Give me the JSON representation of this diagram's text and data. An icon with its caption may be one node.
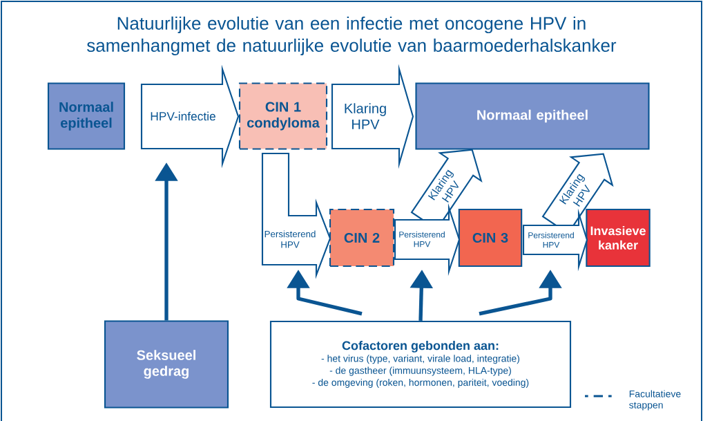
{
  "diagram": {
    "title": "Natuurlijke evolutie van een infectie met oncogene HPV in samenhangmet de natuurlijke evolutie van baarmoederhalskanker",
    "nodes": [
      {
        "text": [
          "Normaal epitheel"
        ]
      },
      {
        "text": [
          "CIN 1 condyloma"
        ]
      },
      {
        "text": [
          "Normaal epitheel"
        ]
      },
      {
        "text": [
          "CIN 2"
        ]
      },
      {
        "text": [
          "CIN 3"
        ]
      },
      {
        "text": [
          "Invasieve kanker"
        ]
      },
      {
        "text": [
          "Seksueel gedrag"
        ]
      },
      {
        "text": [
          "Cofactoren gebonden aan:",
          "- het virus (type, variant, virale load, integratie)",
          "- de gastheer (immuunsysteem, HLA-type)",
          "- de omgeving (roken, hormonen, pariteit, voeding)"
        ]
      }
    ],
    "edges": [
      {
        "from": 0,
        "to": 1,
        "arrow": "to",
        "label": "HPV-infectie"
      },
      {
        "from": 1,
        "to": 2,
        "arrow": "to",
        "label": "Klaring HPV"
      },
      {
        "from": 1,
        "to": 3,
        "arrow": "to",
        "label": "Persisterend HPV"
      },
      {
        "from": 3,
        "to": 2,
        "arrow": "to",
        "label": "Klaring HPV"
      },
      {
        "from": 3,
        "to": 4,
        "arrow": "to",
        "label": "Persisterend HPV"
      },
      {
        "from": 4,
        "to": 2,
        "arrow": "to",
        "label": "Klaring HPV"
      },
      {
        "from": 4,
        "to": 5,
        "arrow": "to",
        "label": "Persisterend HPV"
      },
      {
        "from": 6,
        "to": null,
        "arrow": "to"
      },
      {
        "from": 7,
        "to": null,
        "arrow": "to"
      },
      {
        "from": 7,
        "to": null,
        "arrow": "to"
      },
      {
        "from": 7,
        "to": null,
        "arrow": "to"
      }
    ],
    "legend": [
      {
        "text": "Facultatieve stappen"
      }
    ]
  }
}
